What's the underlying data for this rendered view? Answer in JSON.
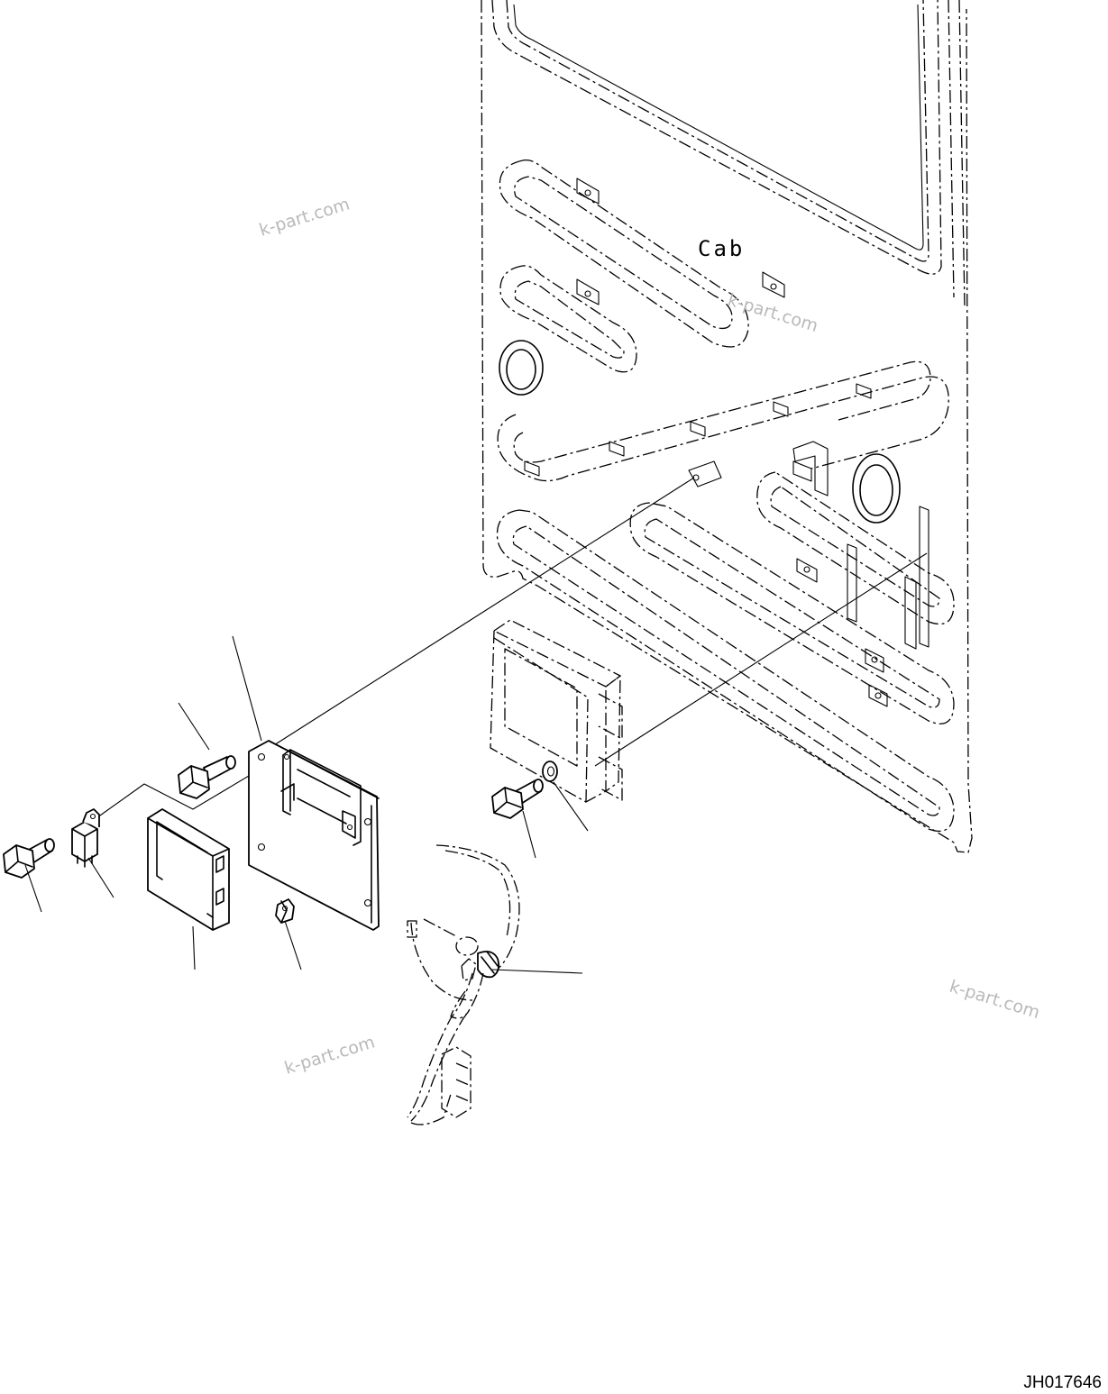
{
  "diagram": {
    "cab_label": "Cab",
    "drawing_code": "JH017646",
    "watermarks": [
      "k-part.com",
      "k-part.com",
      "k-part.com",
      "k-part.com"
    ]
  }
}
